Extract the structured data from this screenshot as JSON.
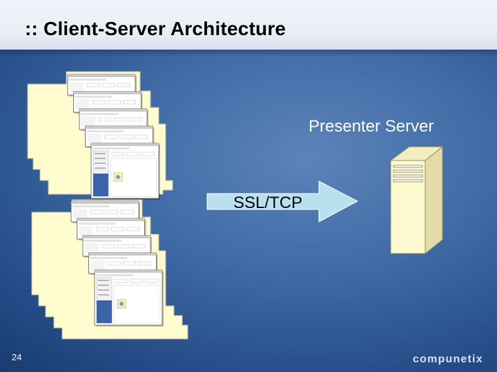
{
  "slide": {
    "title": ":: Client-Server Architecture",
    "page_number": "24",
    "logo_text": "compunetix"
  },
  "diagram": {
    "server_label": "Presenter Server",
    "connection_label": "SSL/TCP",
    "client_stacks": [
      {
        "name": "upper-client-stack",
        "window_count": 5
      },
      {
        "name": "lower-client-stack",
        "window_count": 5
      }
    ]
  },
  "colors": {
    "background": "#3f6aa5",
    "header": "#e8edf5",
    "arrow_fill": "#b9e0ee",
    "stack_fill": "#fffcd0",
    "window_sidebar": "#3a63a8",
    "server_fill": "#fff9cf"
  }
}
